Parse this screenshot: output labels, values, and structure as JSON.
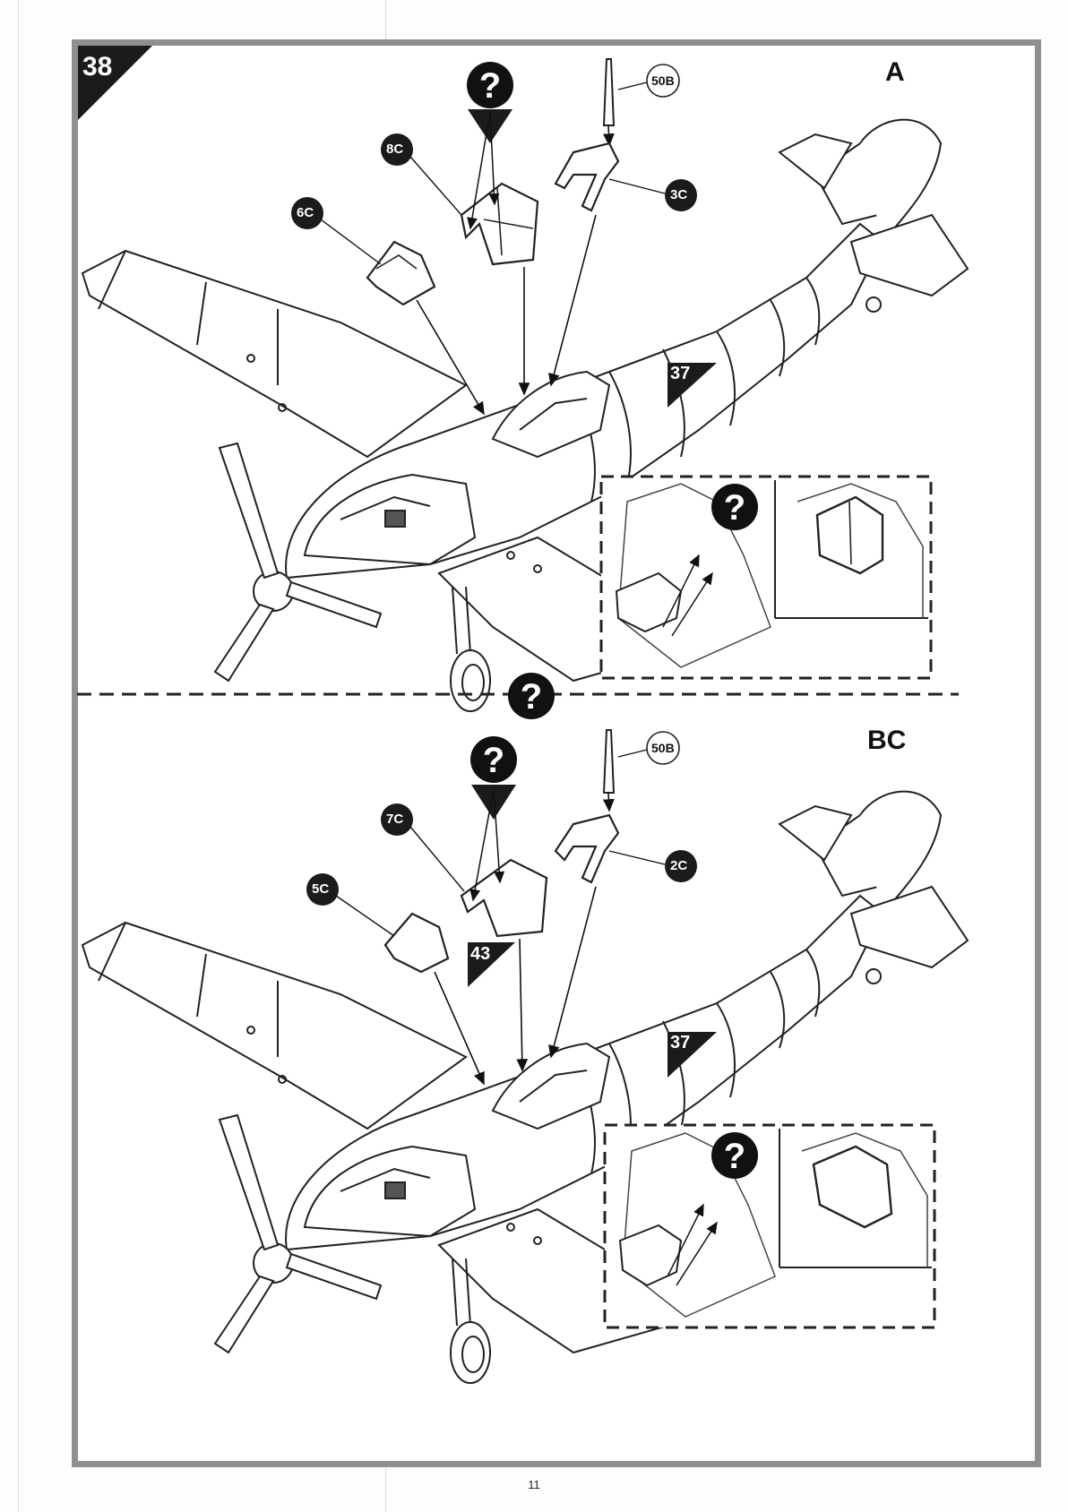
{
  "page": {
    "number": "11"
  },
  "step": {
    "number": "38"
  },
  "variants": [
    {
      "label": "A",
      "parts": [
        "6C",
        "8C",
        "3C"
      ],
      "pin_part": "50B",
      "ref_steps": [
        "37"
      ]
    },
    {
      "label": "BC",
      "parts": [
        "5C",
        "7C",
        "2C"
      ],
      "pin_part": "50B",
      "ref_steps": [
        "43",
        "37"
      ]
    }
  ],
  "icons": {
    "question": "?",
    "names": [
      "question-mark-icon",
      "triangle-arrow-icon"
    ]
  },
  "colors": {
    "frame": "#8f8f8f",
    "ink": "#111111",
    "paper": "#ffffff"
  }
}
